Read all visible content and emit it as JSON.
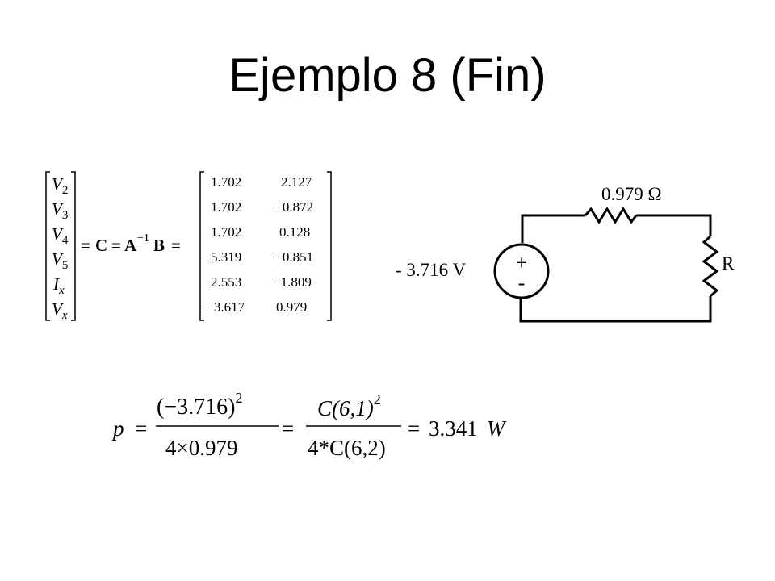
{
  "slide": {
    "title": "Ejemplo 8 (Fin)"
  },
  "matrix_equation": {
    "vector": [
      {
        "sym": "V",
        "sub": "2"
      },
      {
        "sym": "V",
        "sub": "3"
      },
      {
        "sym": "V",
        "sub": "4"
      },
      {
        "sym": "V",
        "sub": "5"
      },
      {
        "sym": "I",
        "sub": "x"
      },
      {
        "sym": "V",
        "sub": "x"
      }
    ],
    "eq1": "=",
    "C": "C",
    "eq2": "=",
    "A": "A",
    "inv": "−1",
    "B": "B",
    "eq3": "=",
    "result_rows": [
      [
        "1.702",
        "2.127"
      ],
      [
        "1.702",
        "− 0.872"
      ],
      [
        "1.702",
        "0.128"
      ],
      [
        "5.319",
        "− 0.851"
      ],
      [
        "2.553",
        "−1.809"
      ],
      [
        "− 3.617",
        "0.979"
      ]
    ]
  },
  "circuit": {
    "resistor_value": "0.979 Ω",
    "source_value": "- 3.716 V",
    "plus": "+",
    "minus": "-",
    "load_label": "R"
  },
  "power_equation": {
    "p": "p",
    "eq1": "=",
    "num1": "(−3.716)",
    "num1_exp": "2",
    "den1": "4×0.979",
    "eq2": "=",
    "num2": "C(6,1)",
    "num2_exp": "2",
    "den2": "4*C(6,2)",
    "eq3": "=",
    "result": "3.341",
    "unit": "W"
  }
}
